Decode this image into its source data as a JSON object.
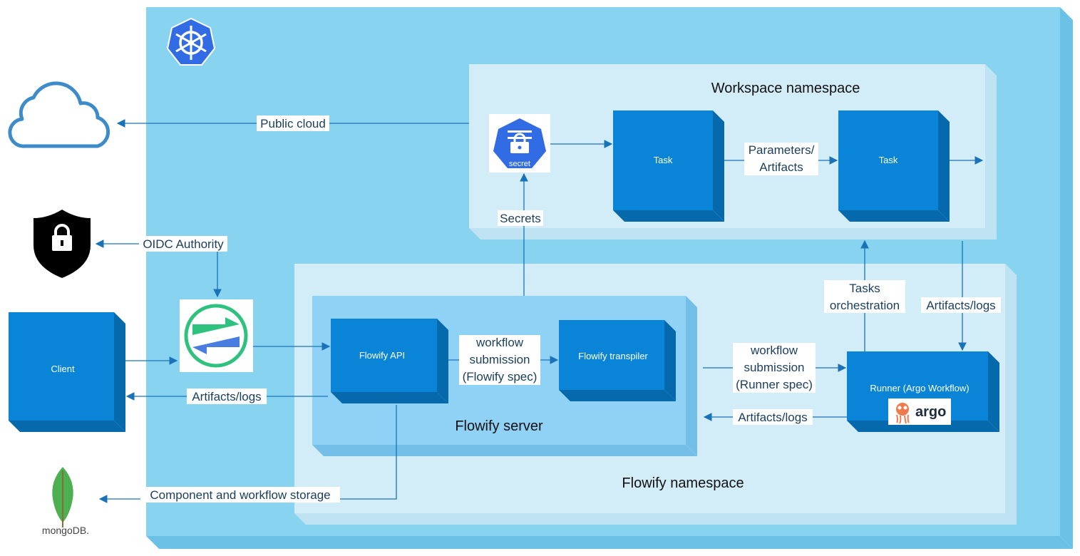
{
  "labels": {
    "workspace_namespace": "Workspace namespace",
    "flowify_namespace": "Flowify namespace",
    "flowify_server": "Flowify server",
    "task_1": "Task",
    "task_2": "Task",
    "client": "Client",
    "flowify_api": "Flowify API",
    "flowify_transpiler": "Flowify transpiler",
    "runner": "Runner (Argo Workflow)",
    "secret_badge": "secret",
    "argo_logo_text": "argo",
    "mongodb_logo_text": "mongoDB."
  },
  "edges": {
    "public_cloud": "Public cloud",
    "oidc_authority": "OIDC Authority",
    "secrets": "Secrets",
    "params_artifacts_line1": "Parameters/",
    "params_artifacts_line2": "Artifacts",
    "tasks_orchestration_line1": "Tasks",
    "tasks_orchestration_line2": "orchestration",
    "artifacts_logs_runner_in": "Artifacts/logs",
    "artifacts_logs_client": "Artifacts/logs",
    "artifacts_logs_server": "Artifacts/logs",
    "wf_submission_flowify_line1": "workflow",
    "wf_submission_flowify_line2": "submission",
    "wf_submission_flowify_line3": "(Flowify spec)",
    "wf_submission_runner_line1": "workflow",
    "wf_submission_runner_line2": "submission",
    "wf_submission_runner_line3": "(Runner spec)",
    "component_storage": "Component and workflow storage"
  },
  "colors": {
    "cluster_face": "#87d3f0",
    "cluster_side": "#6cc2e6",
    "namespace_face": "#d3edf8",
    "namespace_side": "#bfe3f3",
    "server_face": "#8fd2f6",
    "server_side": "#74bfe8",
    "block_face": "#0a84d6",
    "block_side": "#0669ab",
    "arrow": "#1a73b8",
    "cloud": "#3d8cc9",
    "k8s": "#326ce5",
    "mongo_leaf": "#4caf50"
  },
  "icons": [
    "kubernetes-icon",
    "cloud-icon",
    "shield-lock-icon",
    "oauth-proxy-icon",
    "secret-icon",
    "argo-logo",
    "mongodb-logo"
  ]
}
